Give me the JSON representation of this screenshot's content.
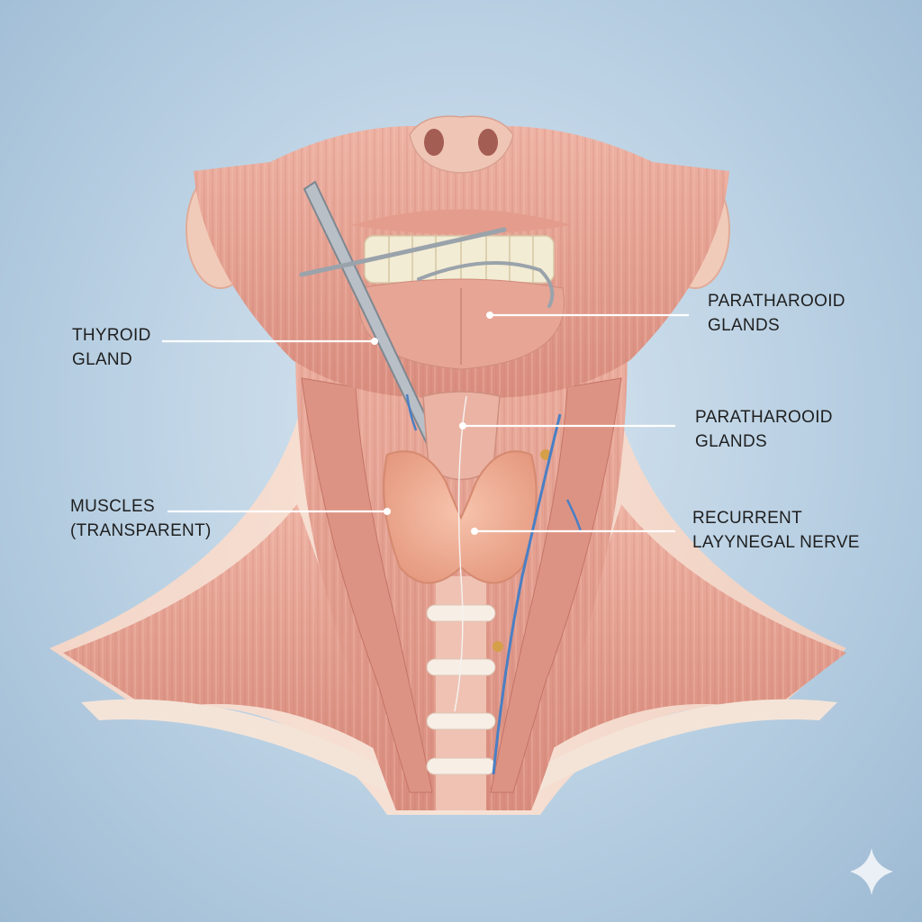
{
  "labels": {
    "thyroid": [
      "THYROID",
      "GLAND"
    ],
    "muscles": [
      "MUSCLES",
      "(TRANSPARENT)"
    ],
    "parathyroid_upper": [
      "PARATHAROOID",
      "GLANDS"
    ],
    "parathyroid_lower": [
      "PARATHAROOID",
      "GLANDS"
    ],
    "nerve": [
      "RECURRENT",
      "LAYYNEGAL NERVE"
    ]
  },
  "colors": {
    "background": "#b9d0e3",
    "muscle": "#e8a596",
    "muscle_dark": "#c9786b",
    "tendon": "#f3e6dc",
    "thyroid": "#efad95",
    "nerve": "#4a7fc4",
    "label_text": "#1f1f1f",
    "leader": "#ffffff"
  },
  "icons": {
    "watermark": "sparkle-icon"
  }
}
